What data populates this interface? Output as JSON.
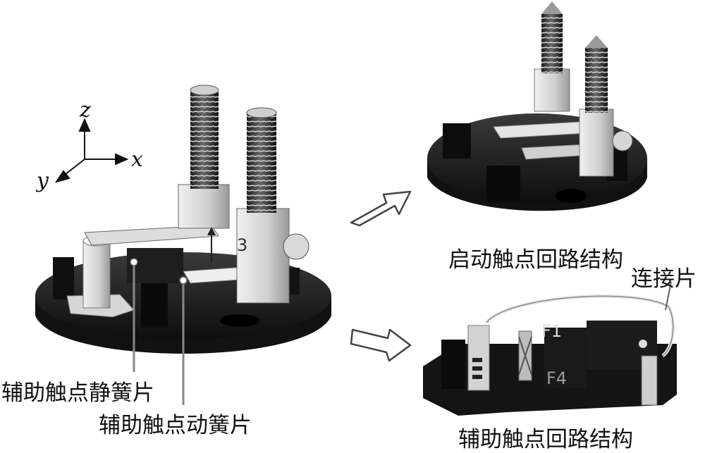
{
  "axes": {
    "z": "z",
    "x": "x",
    "y": "y"
  },
  "labels": {
    "aux_static_spring": "辅助触点静簧片",
    "aux_moving_spring": "辅助触点动簧片",
    "start_contact_loop": "启动触点回路结构",
    "connecting_piece": "连接片",
    "aux_contact_loop": "辅助触点回路结构"
  },
  "part_marks": {
    "main": "3",
    "lower_f1": "F1",
    "lower_f4": "F4"
  },
  "colors": {
    "base": "#1c1c1c",
    "metal": "#b9b9b9",
    "metal_light": "#e3e3e3",
    "thread": "#2a2a2a"
  }
}
